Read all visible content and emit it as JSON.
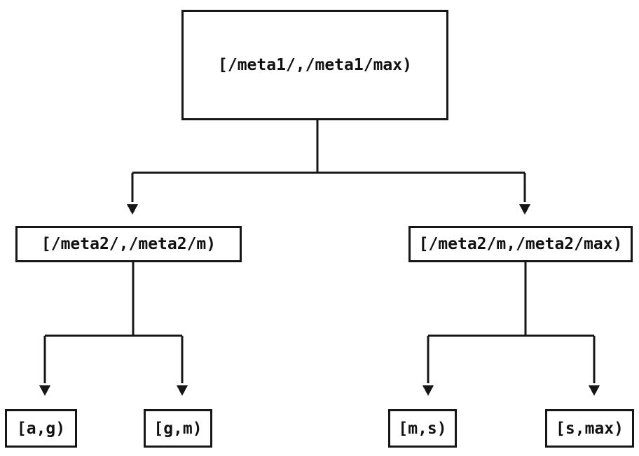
{
  "colors": {
    "line": "#161616",
    "text": "#111111",
    "background": "#ffffff"
  },
  "tree": {
    "root": {
      "label": "[/meta1/,/meta1/max)"
    },
    "children": [
      {
        "label": "[/meta2/,/meta2/m)",
        "children": [
          {
            "label": "[a,g)"
          },
          {
            "label": "[g,m)"
          }
        ]
      },
      {
        "label": "[/meta2/m,/meta2/max)",
        "children": [
          {
            "label": "[m,s)"
          },
          {
            "label": "[s,max)"
          }
        ]
      }
    ]
  }
}
